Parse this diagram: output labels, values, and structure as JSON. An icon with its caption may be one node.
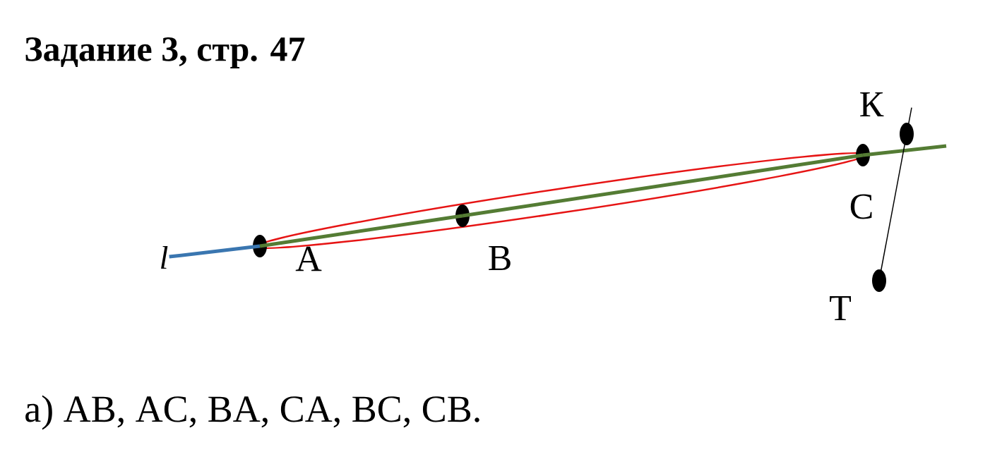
{
  "diagram": {
    "title": "Задание 3, стр. 47",
    "nodes": [
      {
        "text": [
          "l"
        ]
      },
      {
        "text": [],
        "shape": "circle",
        "beside": [
          "A"
        ]
      },
      {
        "text": [],
        "shape": "circle",
        "beside": [
          "B"
        ]
      },
      {
        "text": [],
        "shape": "circle",
        "beside": [
          "C"
        ]
      },
      {
        "text": [],
        "shape": "circle",
        "beside": [
          "К"
        ]
      },
      {
        "text": [],
        "shape": "circle",
        "beside": [
          "Т"
        ]
      }
    ],
    "edges": [
      {
        "from": 0,
        "to": 1,
        "arrow": "none",
        "color": "#3a76b0"
      },
      {
        "from": 1,
        "to": 2,
        "arrow": "none"
      },
      {
        "from": 2,
        "to": 3,
        "arrow": "none"
      },
      {
        "from": 3,
        "to": null,
        "arrow": "none"
      },
      {
        "from": 4,
        "to": 5,
        "arrow": "none",
        "color": "#000000"
      }
    ],
    "labels": [
      "а) AB, AC, BA, CA, BC, CB."
    ]
  }
}
